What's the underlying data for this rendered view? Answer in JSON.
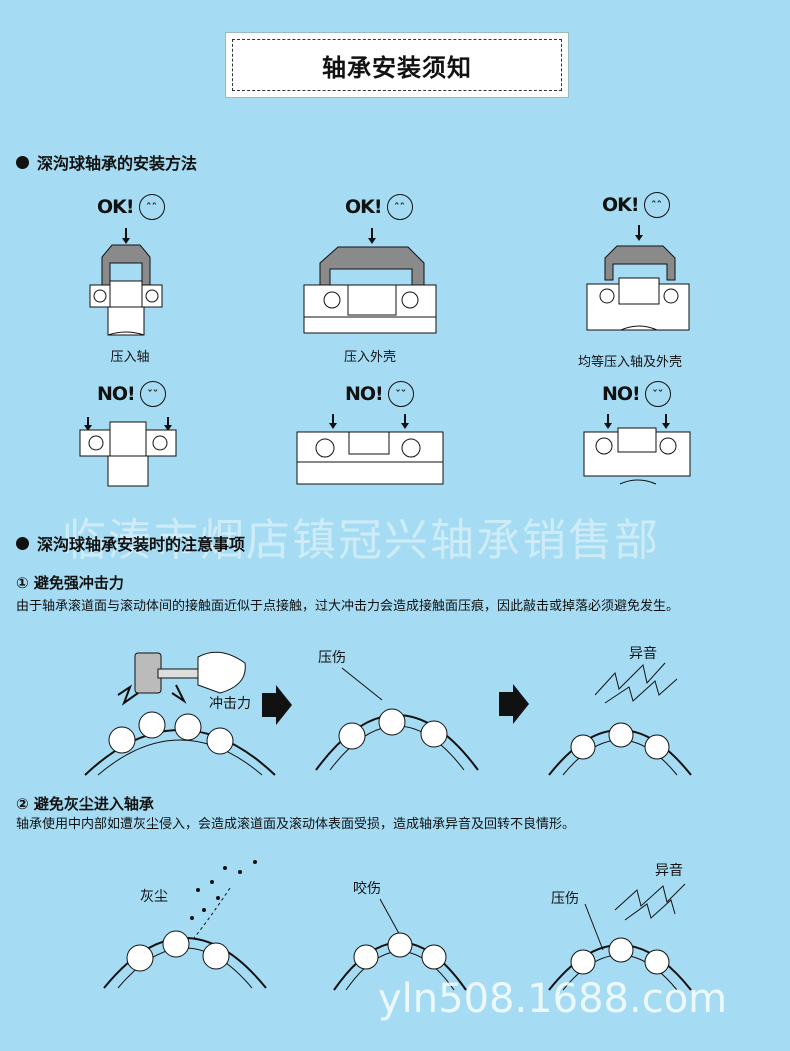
{
  "title": "轴承安装须知",
  "section1": {
    "heading": "深沟球轴承的安装方法",
    "ok_label": "OK!",
    "no_label": "NO!",
    "captions": [
      "压入轴",
      "压入外壳",
      "均等压入轴及外壳"
    ]
  },
  "section2": {
    "heading": "深沟球轴承安装时的注意事项",
    "item1": {
      "title": "① 避免强冲击力",
      "desc": "由于轴承滚道面与滚动体间的接触面近似于点接触，过大冲击力会造成接触面压痕，因此敲击或掉落必须避免发生。",
      "notes": {
        "impact": "冲击力",
        "dent": "压伤",
        "noise": "异音"
      }
    },
    "item2": {
      "title": "② 避免灰尘进入轴承",
      "desc": "轴承使用中内部如遭灰尘侵入，会造成滚道面及滚动体表面受损，造成轴承异音及回转不良情形。",
      "notes": {
        "dust": "灰尘",
        "bite": "咬伤",
        "dent": "压伤",
        "noise": "异音"
      }
    }
  },
  "watermark": "临湊市烟店镇冠兴轴承销售部",
  "watermark_url": "yln508.1688.com",
  "colors": {
    "background": "#a5dcf3",
    "gray_fill": "#8a8a8a"
  }
}
